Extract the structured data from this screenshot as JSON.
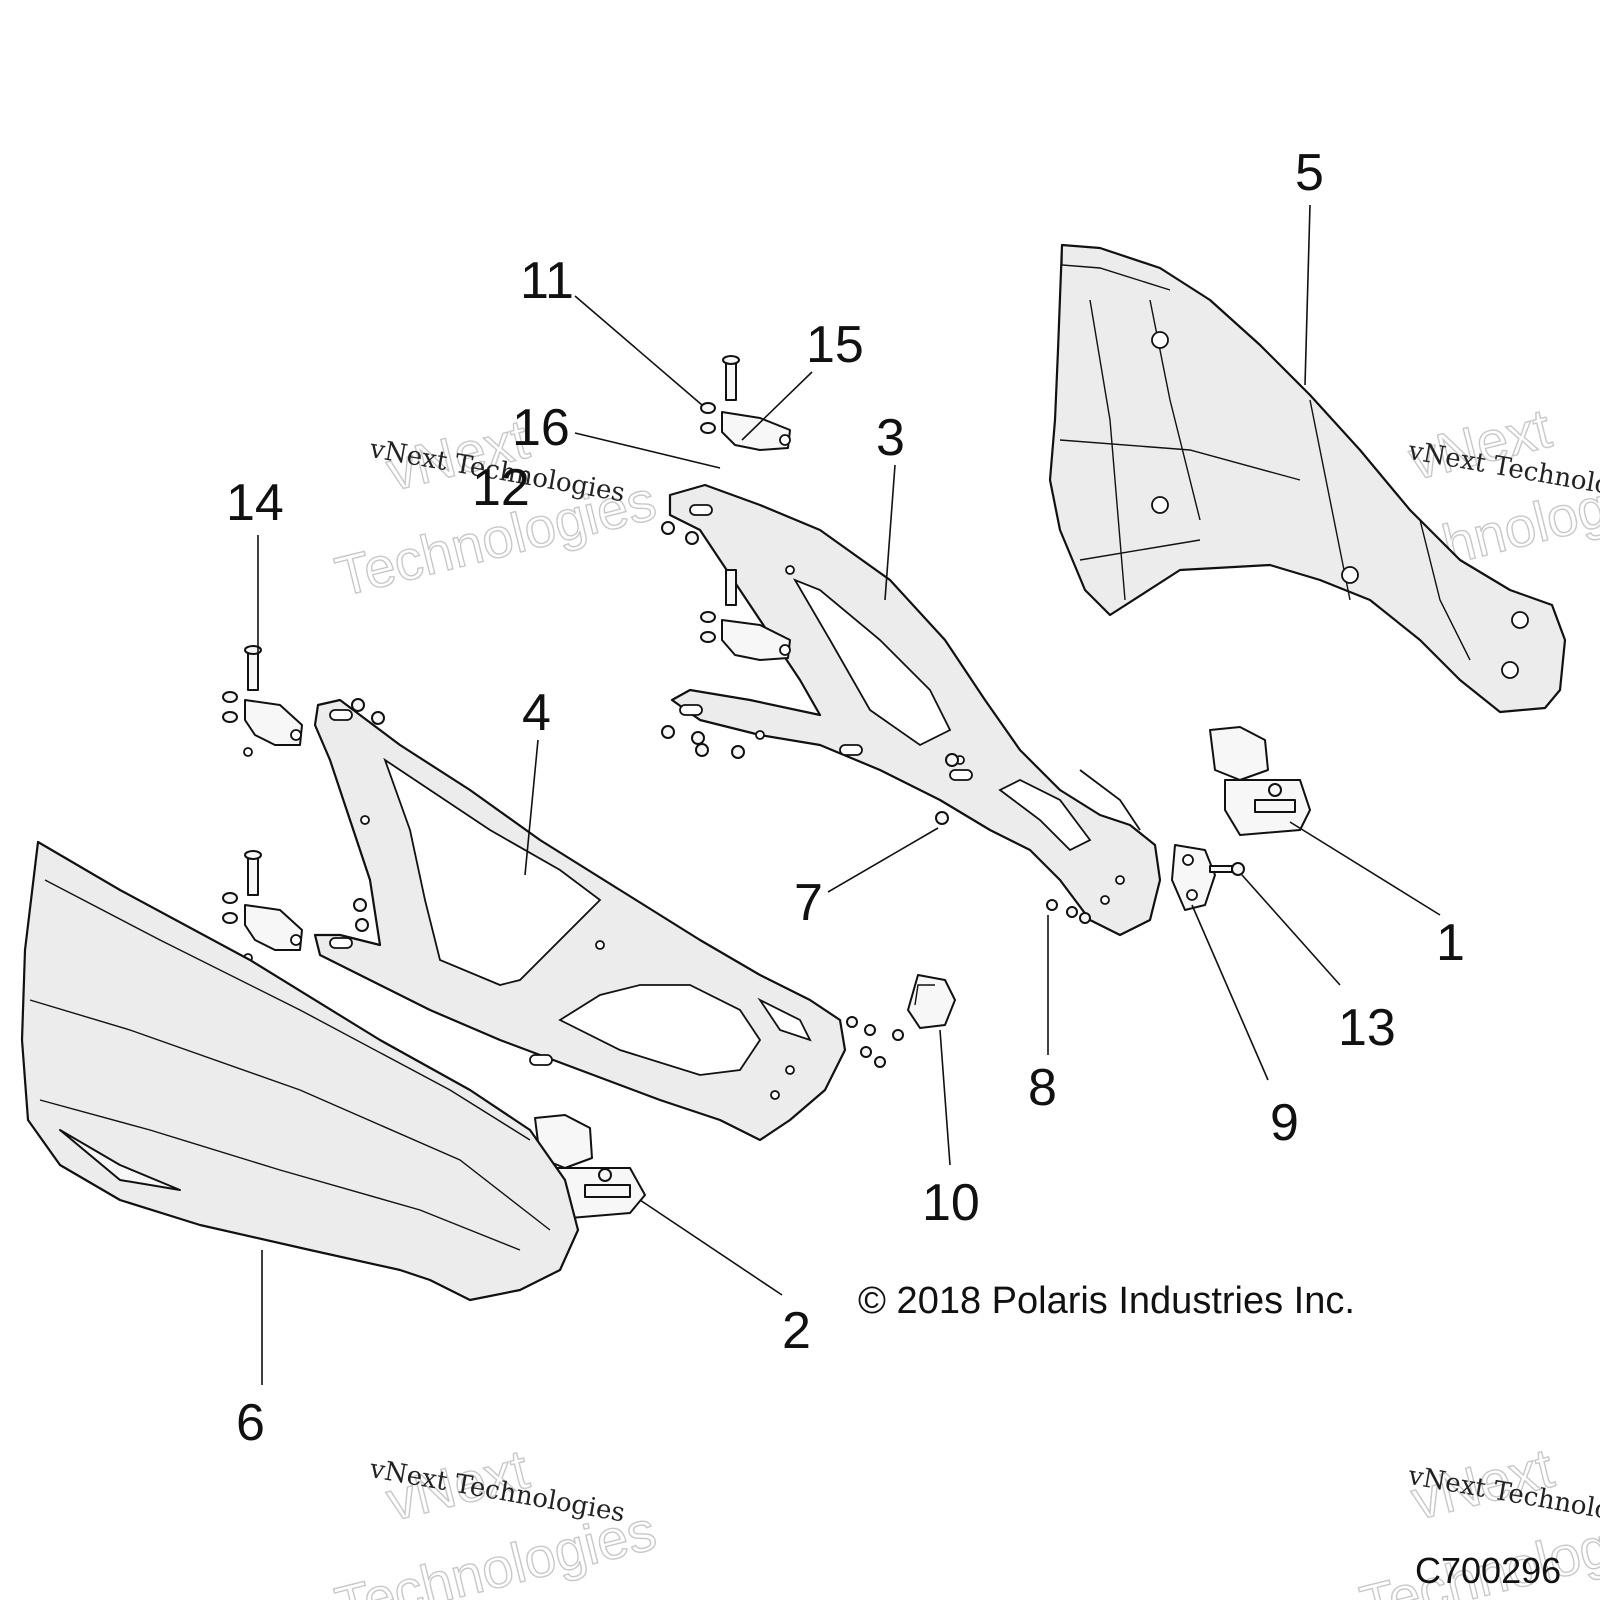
{
  "callouts": [
    {
      "id": "1",
      "label": "1"
    },
    {
      "id": "2",
      "label": "2"
    },
    {
      "id": "3",
      "label": "3"
    },
    {
      "id": "4",
      "label": "4"
    },
    {
      "id": "5",
      "label": "5"
    },
    {
      "id": "6",
      "label": "6"
    },
    {
      "id": "7",
      "label": "7"
    },
    {
      "id": "8",
      "label": "8"
    },
    {
      "id": "9",
      "label": "9"
    },
    {
      "id": "10",
      "label": "10"
    },
    {
      "id": "11",
      "label": "11"
    },
    {
      "id": "12",
      "label": "12"
    },
    {
      "id": "13",
      "label": "13"
    },
    {
      "id": "14",
      "label": "14"
    },
    {
      "id": "15",
      "label": "15"
    },
    {
      "id": "16",
      "label": "16"
    }
  ],
  "copyright": "© 2018 Polaris Industries Inc.",
  "doc_id": "C700296",
  "watermark": {
    "line1": "vNext Technologies",
    "brand_top": "vNext",
    "brand_bottom": "Technologies"
  }
}
